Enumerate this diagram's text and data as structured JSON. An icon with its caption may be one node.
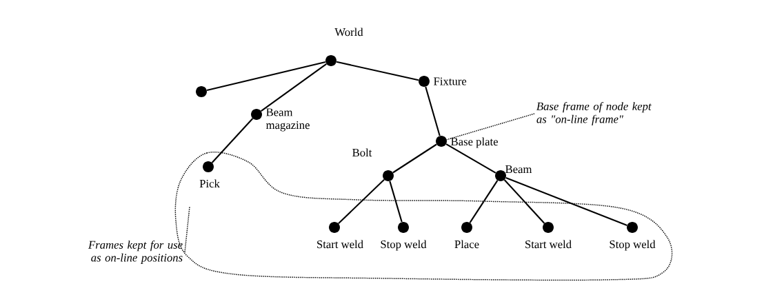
{
  "diagram": {
    "nodes": [
      {
        "text": [],
        "shape": "circle",
        "beside": [
          "World"
        ]
      },
      {
        "text": [],
        "shape": "circle"
      },
      {
        "text": [],
        "shape": "circle",
        "beside": [
          "Fixture"
        ]
      },
      {
        "text": [],
        "shape": "circle",
        "beside": [
          "Beam magazine"
        ]
      },
      {
        "text": [],
        "shape": "circle",
        "beside": [
          "Base plate"
        ]
      },
      {
        "text": [],
        "shape": "circle",
        "beside": [
          "Pick"
        ]
      },
      {
        "text": [],
        "shape": "circle",
        "beside": [
          "Bolt"
        ]
      },
      {
        "text": [],
        "shape": "circle",
        "beside": [
          "Beam"
        ]
      },
      {
        "text": [],
        "shape": "circle",
        "beside": [
          "Start weld"
        ]
      },
      {
        "text": [],
        "shape": "circle",
        "beside": [
          "Stop weld"
        ]
      },
      {
        "text": [],
        "shape": "circle",
        "beside": [
          "Place"
        ]
      },
      {
        "text": [],
        "shape": "circle",
        "beside": [
          "Start weld"
        ]
      },
      {
        "text": [],
        "shape": "circle",
        "beside": [
          "Stop weld"
        ]
      },
      {
        "text": [
          "Frames kept for use as on-line positions"
        ]
      },
      {
        "text": [
          "Base frame of node kept as \"on-line frame\""
        ]
      }
    ],
    "edges": [
      {
        "from": 0,
        "to": 1,
        "arrow": "none"
      },
      {
        "from": 0,
        "to": 2,
        "arrow": "none"
      },
      {
        "from": 0,
        "to": 3,
        "arrow": "none"
      },
      {
        "from": 3,
        "to": 5,
        "arrow": "none"
      },
      {
        "from": 2,
        "to": 4,
        "arrow": "none"
      },
      {
        "from": 4,
        "to": 6,
        "arrow": "none"
      },
      {
        "from": 4,
        "to": 7,
        "arrow": "none"
      },
      {
        "from": 6,
        "to": 8,
        "arrow": "none"
      },
      {
        "from": 6,
        "to": 9,
        "arrow": "none"
      },
      {
        "from": 7,
        "to": 10,
        "arrow": "none"
      },
      {
        "from": 7,
        "to": 11,
        "arrow": "none"
      },
      {
        "from": 7,
        "to": 12,
        "arrow": "none"
      },
      {
        "from": 13,
        "to": null,
        "arrow": "none",
        "style": "dashed"
      },
      {
        "from": 14,
        "to": 4,
        "arrow": "none",
        "style": "dashed"
      }
    ]
  }
}
